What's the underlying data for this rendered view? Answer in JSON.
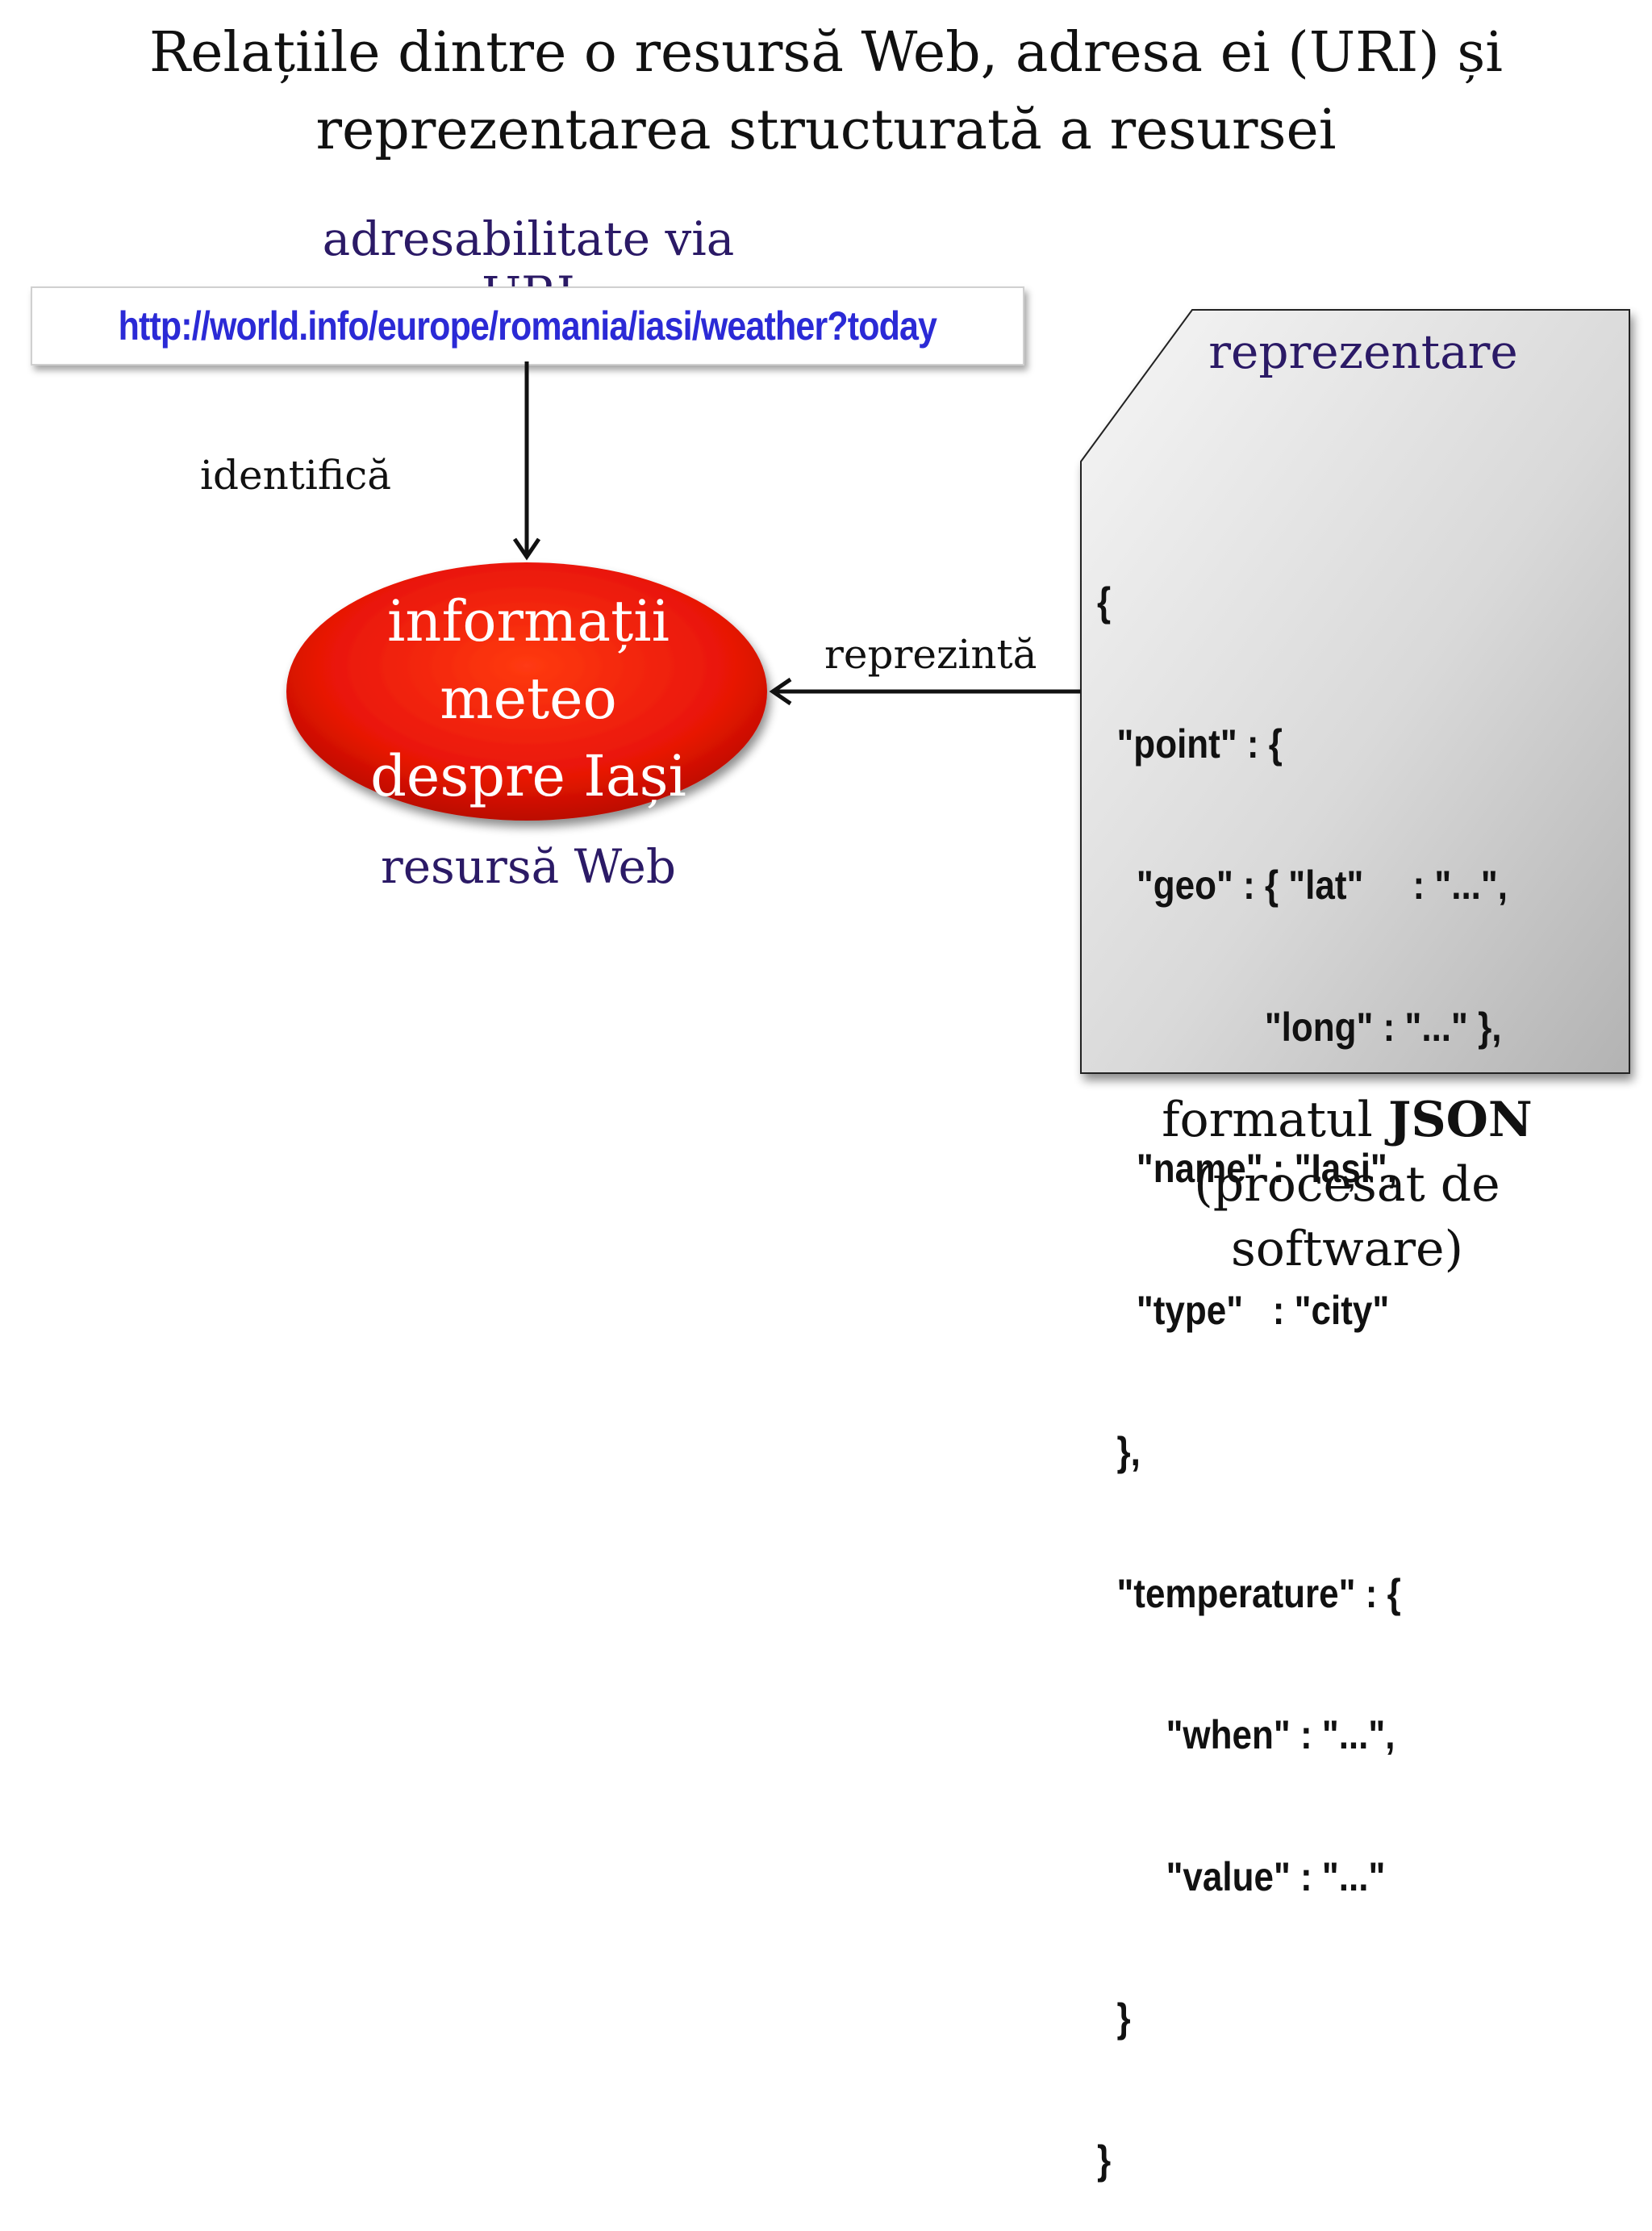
{
  "title": {
    "line1": "Relațiile dintre o resursă Web, adresa ei (URI) și",
    "line2": "reprezentarea structurată a resursei"
  },
  "uri_section": {
    "header": "adresabilitate via URI",
    "uri": "http://world.info/europe/romania/iasi/weather?today"
  },
  "arrows": {
    "identifies_label": "identifică",
    "represents_label": "reprezintă"
  },
  "resource": {
    "lines": [
      "informații",
      "meteo",
      "despre Iași"
    ],
    "caption": "resursă Web",
    "fill_color": "#ee1a0a"
  },
  "representation": {
    "header": "reprezentare",
    "code_lines": [
      "{",
      "  \"point\" : {",
      "    \"geo\" : { \"lat\"     : \"...\",",
      "                 \"long\" : \"...\" },",
      "    \"name\" : \"Iași\",",
      "    \"type\"   : \"city\"",
      "  },",
      "  \"temperature\" : {",
      "       \"when\" : \"...\",",
      "       \"value\" : \"...\"",
      "  }",
      "}"
    ],
    "format_prefix": "formatul ",
    "format_name": "JSON",
    "format_note": "(procesat de software)"
  }
}
